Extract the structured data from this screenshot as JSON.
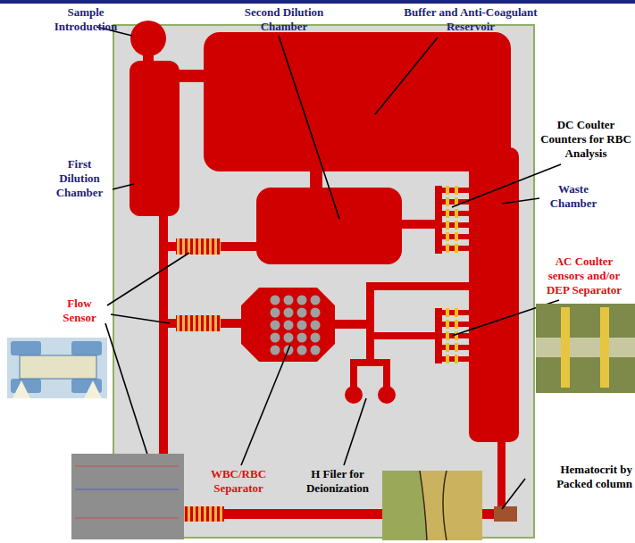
{
  "diagram": {
    "labels": [
      "Sample Introduction",
      "Second Dilution Chamber",
      "Buffer and Anti-Coagulant Reservoir",
      "DC Coulter Counters for RBC Analysis",
      "Waste Chamber",
      "AC Coulter sensors and/or DEP Separator",
      "First Dilution Chamber",
      "Flow Sensor",
      "WBC/RBC Separator",
      "H Filer for Deionization",
      "Hematocrit by Packed column"
    ]
  }
}
